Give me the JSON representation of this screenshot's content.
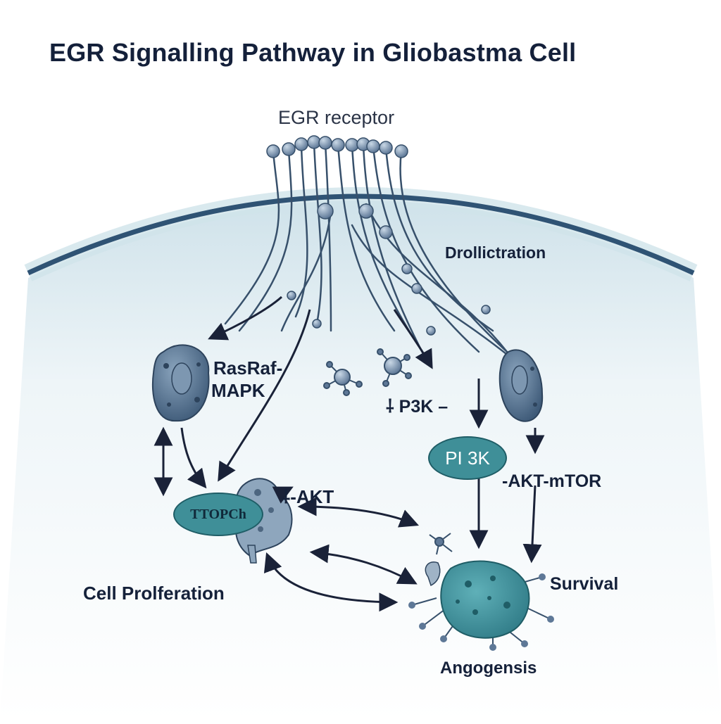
{
  "title": "EGR Signalling Pathway in Gliobastma Cell",
  "labels": {
    "receptor": "EGR receptor",
    "drollictration": "Drollictration",
    "rasraf": "RasRaf-",
    "mapk": "MAPK",
    "p3k": "⸸ P3K –",
    "akt": "⸸-AKT",
    "akt_mtor": "-AKT-mTOR",
    "cell_proliferation": "Cell Prolferation",
    "survival": "Survival",
    "angiogenesis": "Angogensis"
  },
  "nodes": {
    "pi3k": "PI 3K",
    "ttopch": "TTOPCh"
  },
  "colors": {
    "membrane": "#2f5374",
    "membrane_glow": "#cfe3ea",
    "node_fill": "#3f8f98",
    "protein": "#4f6b87",
    "arrow": "#1a2238",
    "text": "#15213a"
  }
}
